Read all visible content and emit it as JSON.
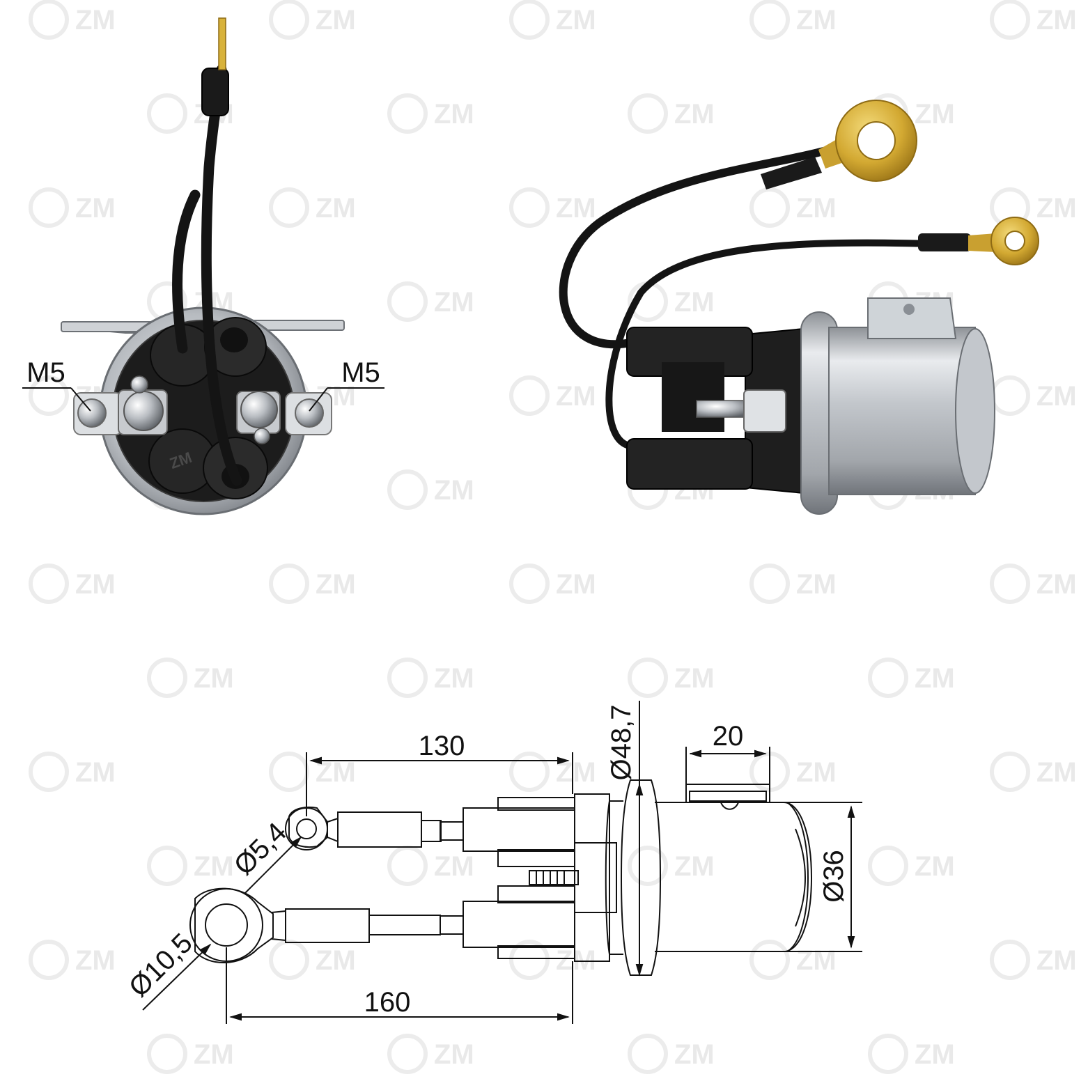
{
  "watermark": {
    "text": "ZM"
  },
  "front_view": {
    "left_thread_label": "M5",
    "right_thread_label": "M5",
    "connector_marking": "ZM"
  },
  "drawing": {
    "dim_130": "130",
    "dim_160": "160",
    "dim_20": "20",
    "dim_flange_diameter": "Ø48,7",
    "dim_body_diameter": "Ø36",
    "dim_small_eye": "Ø5,4",
    "dim_large_eye": "Ø10,5"
  },
  "colors": {
    "housing": "#c9ccd0",
    "cable": "#161616",
    "brass": "#d8b23a",
    "line": "#111111"
  }
}
